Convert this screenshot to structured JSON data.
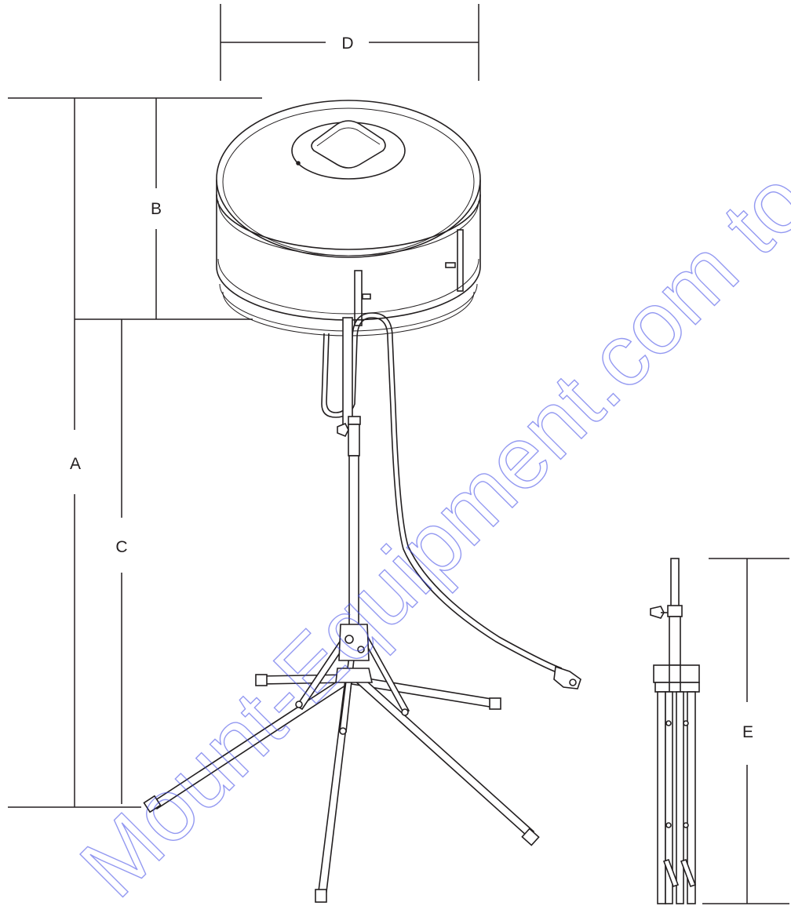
{
  "dimensions": {
    "A": "A",
    "B": "B",
    "C": "C",
    "D": "D",
    "E": "E"
  },
  "watermark": "Mount-Equipment.com to order your parts",
  "colors": {
    "line": "#231f20",
    "watermark": "#3c46e6",
    "background": "#ffffff"
  }
}
